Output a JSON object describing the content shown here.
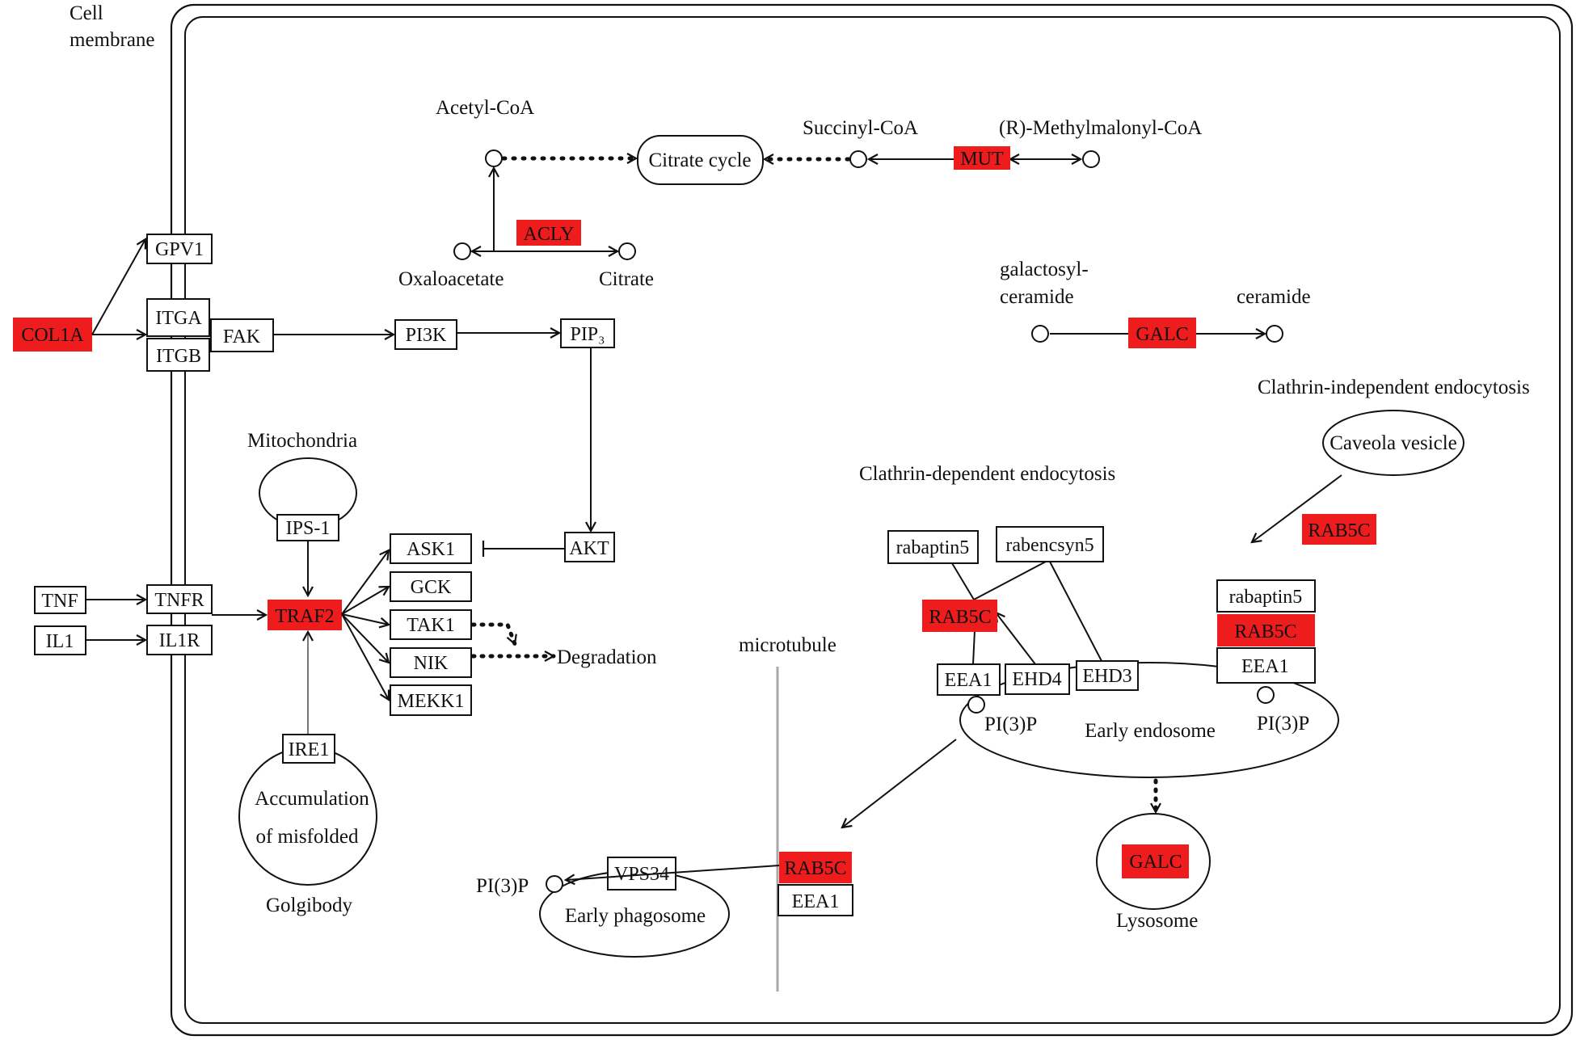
{
  "colors": {
    "highlight": "#ee1c1c",
    "line": "#111111",
    "microtubule": "#a8a8a8",
    "background": "#ffffff"
  },
  "labels": {
    "cell_membrane_line1": "Cell",
    "cell_membrane_line2": "membrane",
    "acetyl_coa": "Acetyl-CoA",
    "citrate_cycle": "Citrate cycle",
    "succinyl_coa": "Succinyl-CoA",
    "methylmalonyl_coa": "(R)-Methylmalonyl-CoA",
    "oxaloacetate": "Oxaloacetate",
    "citrate": "Citrate",
    "galactosyl_line1": "galactosyl-",
    "galactosyl_line2": "ceramide",
    "ceramide": "ceramide",
    "clathrin_independent": "Clathrin-independent endocytosis",
    "caveola_vesicle": "Caveola vesicle",
    "clathrin_dependent": "Clathrin-dependent endocytosis",
    "mitochondria": "Mitochondria",
    "degradation": "Degradation",
    "microtubule": "microtubule",
    "early_endosome": "Early endosome",
    "pi3p_left": "PI(3)P",
    "pi3p_right": "PI(3)P",
    "pi3p_phagosome": "PI(3)P",
    "accumulation_line1": "Accumulation",
    "accumulation_line2": "of misfolded",
    "golgibody": "Golgibody",
    "early_phagosome": "Early phagosome",
    "lysosome": "Lysosome"
  },
  "genes": {
    "col1a": "COL1A",
    "gpv1": "GPV1",
    "itga": "ITGA",
    "itgb": "ITGB",
    "fak": "FAK",
    "pi3k": "PI3K",
    "pip3": "PIP₃",
    "acly": "ACLY",
    "mut": "MUT",
    "galc_top": "GALC",
    "akt": "AKT",
    "ips1": "IPS-1",
    "ask1": "ASK1",
    "gck": "GCK",
    "tak1": "TAK1",
    "nik": "NIK",
    "mekk1": "MEKK1",
    "traf2": "TRAF2",
    "tnf": "TNF",
    "tnfr": "TNFR",
    "il1": "IL1",
    "il1r": "IL1R",
    "ire1": "IRE1",
    "rabaptin5_left": "rabaptin5",
    "rabencsyn5": "rabencsyn5",
    "rab5c_mid": "RAB5C",
    "eea1_mid": "EEA1",
    "ehd4": "EHD4",
    "ehd3": "EHD3",
    "rab5c_caveola": "RAB5C",
    "rabaptin5_right": "rabaptin5",
    "rab5c_right": "RAB5C",
    "eea1_right": "EEA1",
    "galc_lysosome": "GALC",
    "vps34": "VPS34",
    "rab5c_bottom": "RAB5C",
    "eea1_bottom": "EEA1"
  }
}
